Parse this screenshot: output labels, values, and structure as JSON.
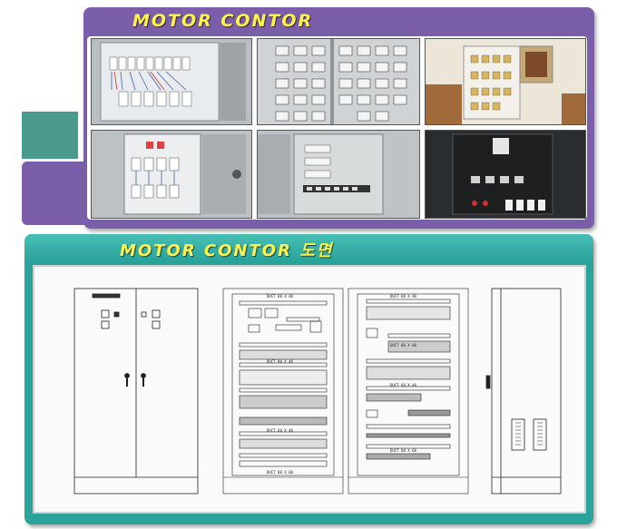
{
  "sections": {
    "photos_title": "MOTOR CONTOR",
    "drawing_title": "MOTOR CONTOR 도면"
  },
  "drawing_labels": {
    "duct_a": "DUCT 60 X 40",
    "duct_b": "DUCT 80 X 40",
    "duct_c": "DUCT 60 X 60"
  },
  "colors": {
    "purple": "#7b5ea9",
    "teal": "#2aa39a",
    "title_yellow": "#fff34a"
  }
}
